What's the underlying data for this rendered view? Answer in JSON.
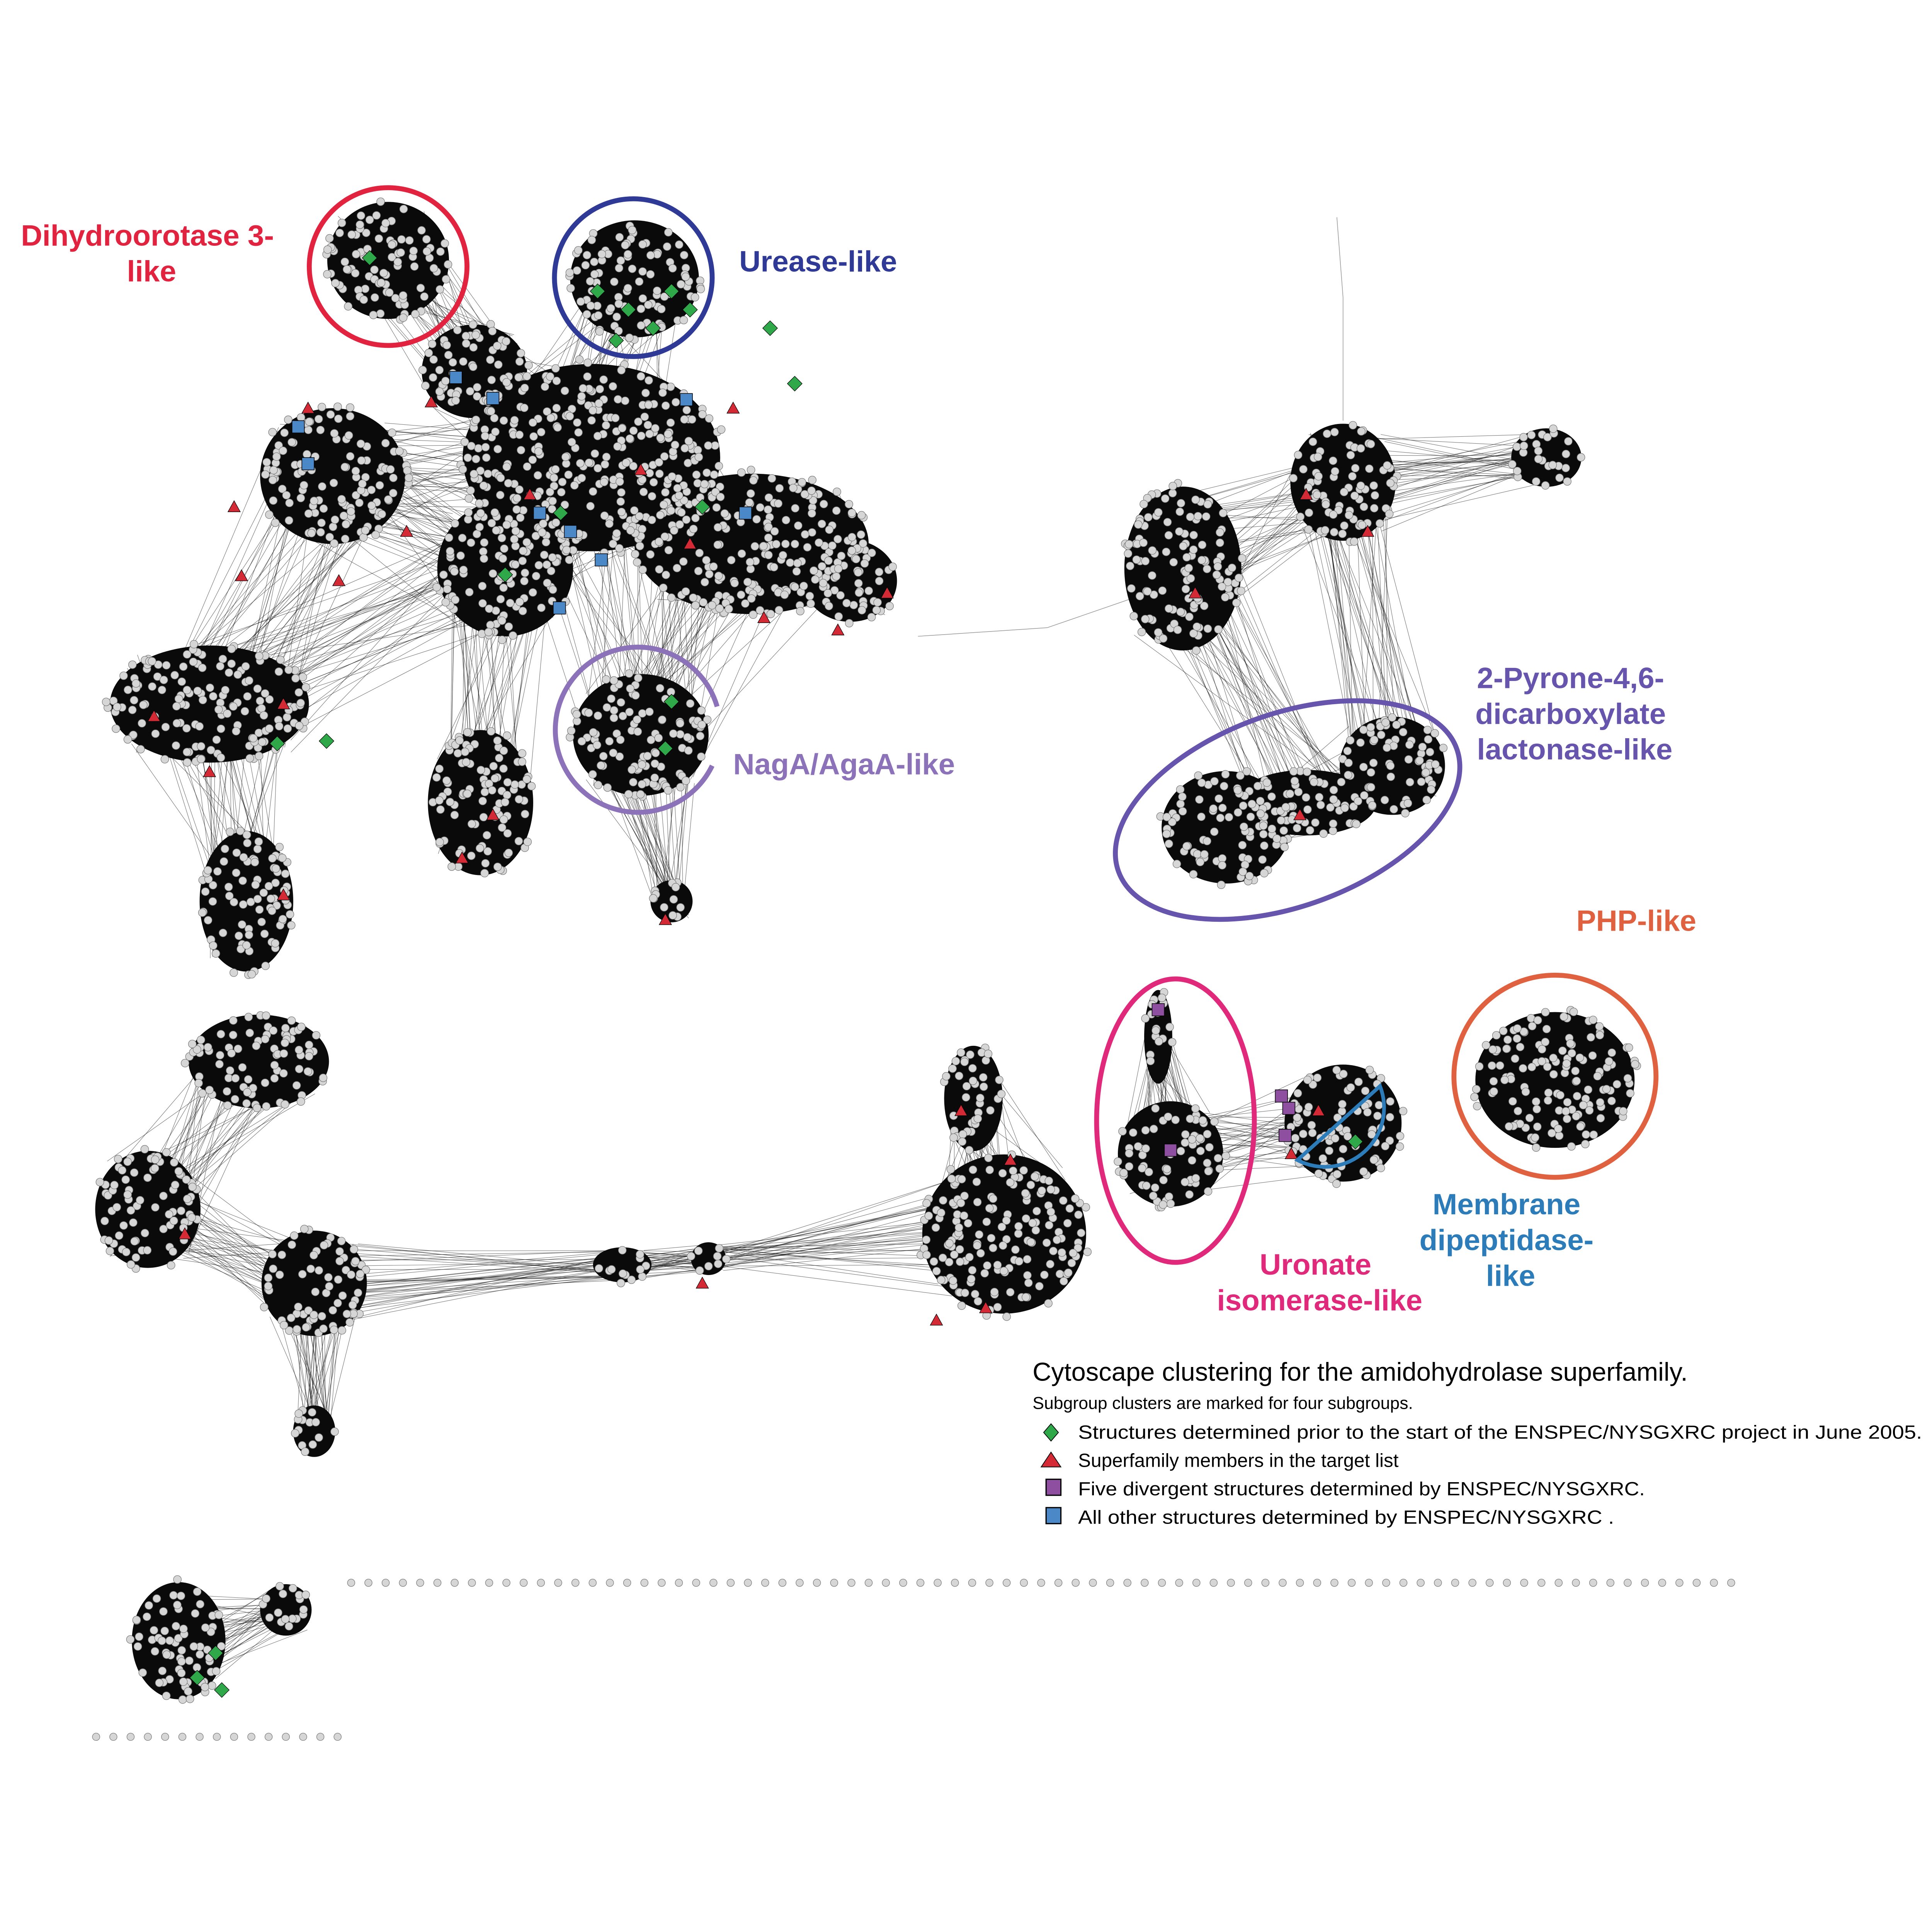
{
  "labels": {
    "dihydroorotase": [
      "Dihydroorotase 3-",
      "like"
    ],
    "urease": "Urease-like",
    "naga": "NagA/AgaA-like",
    "pyrone": [
      "2-Pyrone-4,6-",
      "dicarboxylate",
      "lactonase-like"
    ],
    "php": "PHP-like",
    "uronate": [
      "Uronate",
      "isomerase-like"
    ],
    "membrane": [
      "Membrane",
      "dipeptidase-",
      "like"
    ]
  },
  "colors": {
    "dihydroorotase": "#e2233f",
    "urease": "#2e3a95",
    "naga": "#8c72b8",
    "pyrone": "#6654ad",
    "php": "#e0613f",
    "uronate": "#e0297a",
    "membrane": "#2b7cb8",
    "green_marker": "#2fa84a",
    "red_marker": "#d42a36",
    "purple_marker": "#8e4fa0",
    "blue_marker": "#4a88c8",
    "node": "#d6d6d6",
    "edge": "#111111"
  },
  "legend": {
    "title": "Cytoscape clustering for the amidohydrolase superfamily.",
    "subtitle": "Subgroup clusters are marked for four subgroups.",
    "items": [
      {
        "marker": "green-diamond",
        "text": "Structures determined prior to the start of the ENSPEC/NYSGXRC project in June 2005."
      },
      {
        "marker": "red-triangle",
        "text": "Superfamily members in the target list"
      },
      {
        "marker": "purple-square",
        "text": "Five divergent structures determined by ENSPEC/NYSGXRC."
      },
      {
        "marker": "blue-square",
        "text": "All other structures determined by ENSPEC/NYSGXRC ."
      }
    ]
  }
}
